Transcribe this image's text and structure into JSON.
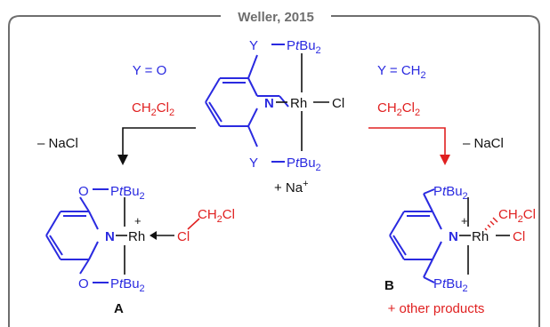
{
  "frame": {
    "title": "Weller, 2015",
    "border_color": "#6e6e6e"
  },
  "colors": {
    "blue": "#2a2ae0",
    "red": "#e02020",
    "black": "#111111"
  },
  "reactant": {
    "Y": "Y",
    "PtBu2_P": "P",
    "PtBu2_t": "t",
    "PtBu2_Bu": "Bu",
    "PtBu2_sub": "2",
    "N": "N",
    "Rh": "Rh",
    "Cl": "Cl",
    "dash": "–",
    "additive": "+ Na",
    "additive_sup": "+"
  },
  "left_conditions": {
    "line1": "Y = O",
    "line2_a": "CH",
    "line2_b": "2",
    "line2_c": "Cl",
    "line2_d": "2",
    "byproduct": "– NaCl"
  },
  "right_conditions": {
    "line1_a": "Y = CH",
    "line1_b": "2",
    "line2_a": "CH",
    "line2_b": "2",
    "line2_c": "Cl",
    "line2_d": "2",
    "byproduct": "– NaCl"
  },
  "product_A": {
    "O": "O",
    "N": "N",
    "Rh": "Rh",
    "plus": "+",
    "Cl": "Cl",
    "CH2Cl_a": "CH",
    "CH2Cl_b": "2",
    "CH2Cl_c": "Cl",
    "label": "A"
  },
  "product_B": {
    "N": "N",
    "Rh": "Rh",
    "plus": "+",
    "Cl": "Cl",
    "CH2Cl_a": "CH",
    "CH2Cl_b": "2",
    "CH2Cl_c": "Cl",
    "label": "B",
    "note": "+ other products"
  }
}
